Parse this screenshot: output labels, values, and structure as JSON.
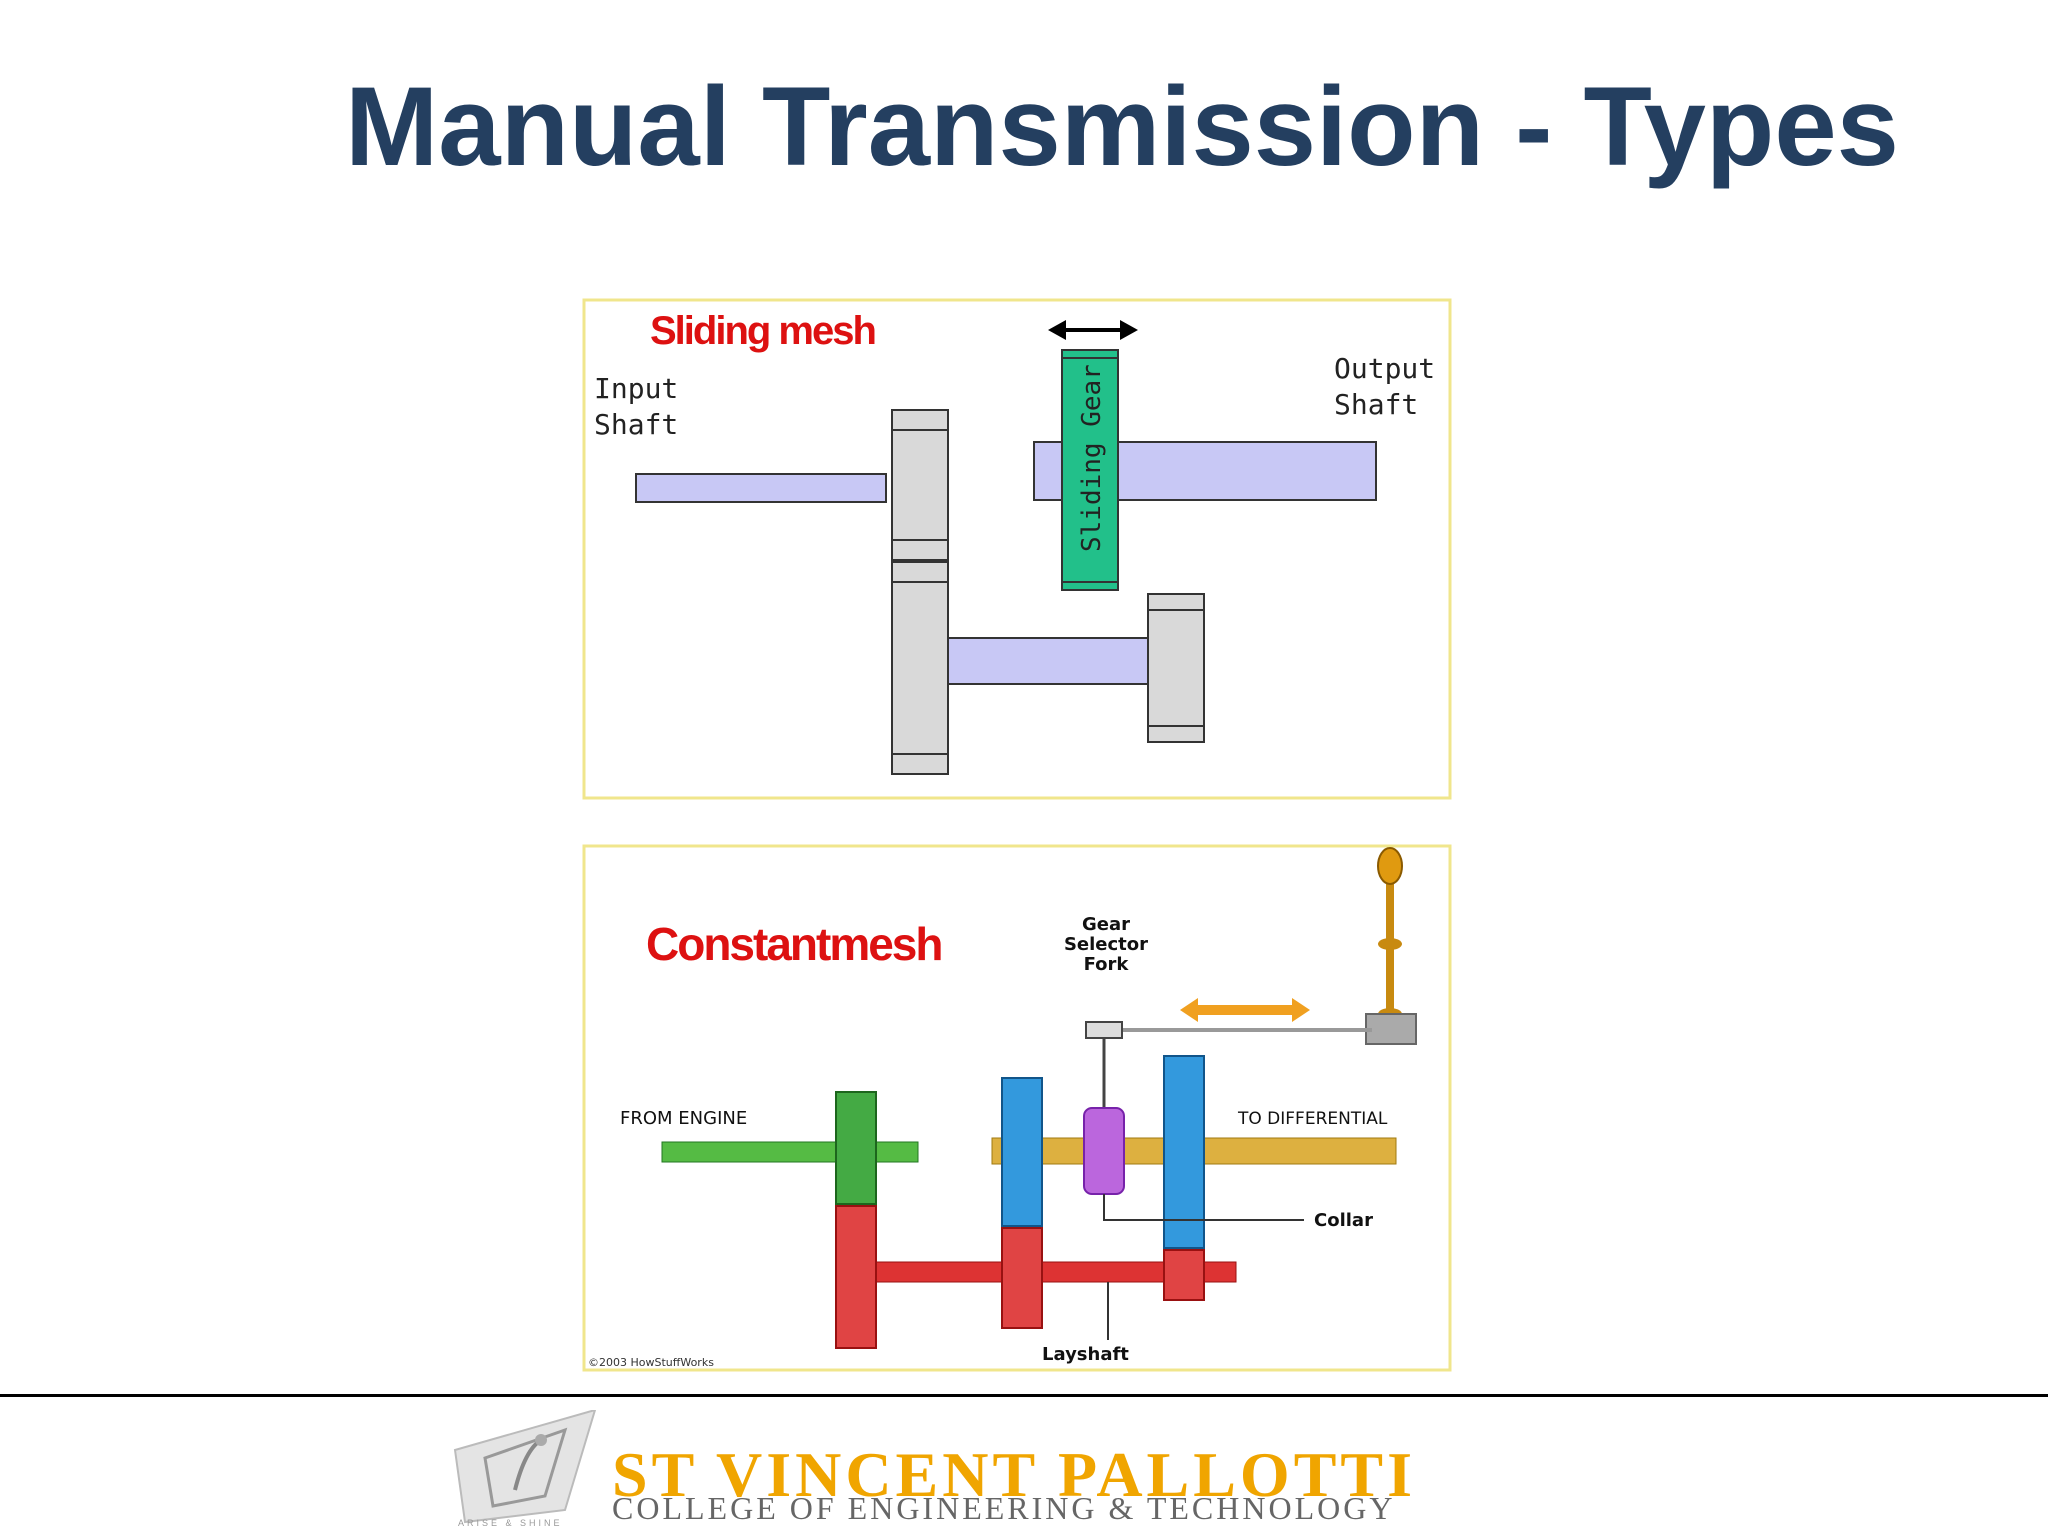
{
  "slide": {
    "title": "Manual Transmission - Types"
  },
  "sliding_mesh": {
    "title": "Sliding mesh",
    "input_shaft_line1": "Input",
    "input_shaft_line2": "Shaft",
    "output_shaft_line1": "Output",
    "output_shaft_line2": "Shaft",
    "sliding_gear": "Sliding Gear"
  },
  "constant_mesh": {
    "title": "Constantmesh",
    "fork_line1": "Gear",
    "fork_line2": "Selector",
    "fork_line3": "Fork",
    "from_engine": "FROM ENGINE",
    "to_differential": "TO DIFFERENTIAL",
    "collar": "Collar",
    "layshaft": "Layshaft",
    "copyright": "©2003 HowStuffWorks"
  },
  "footer": {
    "college_name": "ST VINCENT PALLOTTI",
    "college_sub": "COLLEGE OF ENGINEERING & TECHNOLOGY",
    "logo_tagline": "ARISE & SHINE"
  },
  "colors": {
    "title": "#243f60",
    "diagram_title_red": "#dd1111",
    "shaft_fill": "#c8c8f5",
    "sliding_gear": "#22c08a",
    "frame_border": "#f0e68c",
    "footer_gold": "#f0a500"
  }
}
